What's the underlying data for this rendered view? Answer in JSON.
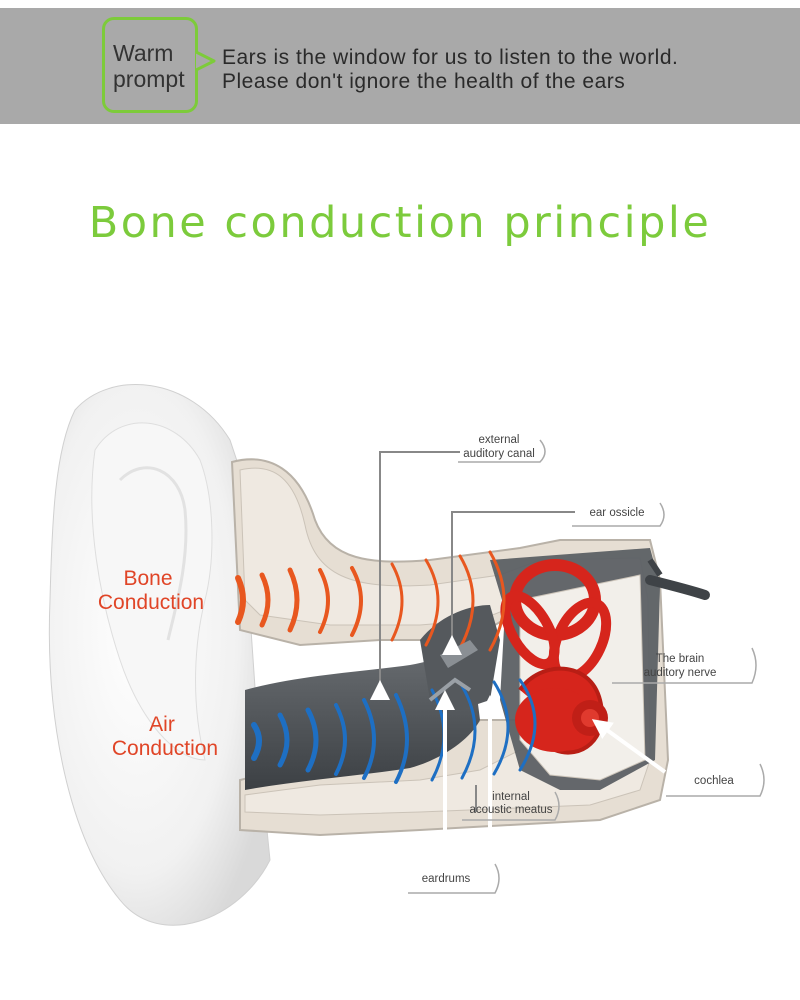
{
  "banner": {
    "prompt_line1": "Warm",
    "prompt_line2": "prompt",
    "message_line1": "Ears is the window for us to listen to the world.",
    "message_line2": "Please don't ignore the health of the ears"
  },
  "title": "Bone conduction principle",
  "diagram": {
    "bone_label_line1": "Bone",
    "bone_label_line2": "Conduction",
    "air_label_line1": "Air",
    "air_label_line2": "Conduction",
    "callouts": {
      "external_canal_1": "external",
      "external_canal_2": "auditory canal",
      "ear_ossicle": "ear ossicle",
      "brain_nerve_1": "The brain",
      "brain_nerve_2": "auditory nerve",
      "cochlea": "cochlea",
      "internal_meatus_1": "internal",
      "internal_meatus_2": "acoustic meatus",
      "eardrums": "eardrums"
    }
  },
  "colors": {
    "banner_bg": "#a9a9a9",
    "prompt_border": "#7dcb3a",
    "title": "#7ccb3c",
    "bone_waves": "#e8571f",
    "air_waves": "#1e6fc3",
    "inner_ear": "#d6251c",
    "tissue": "#e6ded3"
  }
}
